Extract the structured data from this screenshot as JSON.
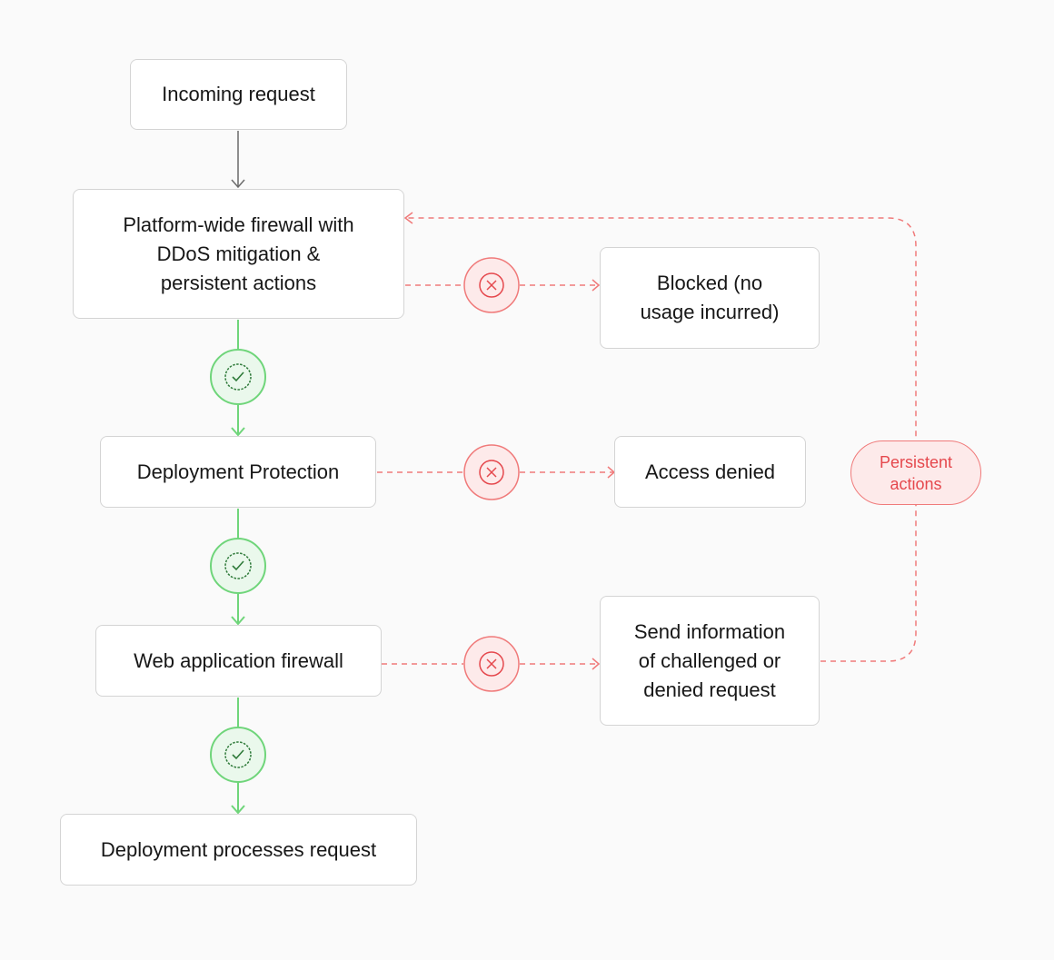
{
  "nodes": {
    "incoming": "Incoming request",
    "platform_firewall": "Platform-wide firewall with\nDDoS mitigation &\npersistent actions",
    "blocked": "Blocked (no\nusage incurred)",
    "deployment_protection": "Deployment Protection",
    "access_denied": "Access denied",
    "waf": "Web application firewall",
    "send_info": "Send information\nof challenged or\ndenied request",
    "deployment_processes": "Deployment processes request"
  },
  "feedback_label": "Persistent\nactions",
  "colors": {
    "background": "#fafafa",
    "box_border": "#d4d4d4",
    "text": "#171717",
    "pass_green": "#6fd57a",
    "pass_fill": "#eaf8ec",
    "pass_check": "#2f7a3a",
    "deny_red": "#f07a7a",
    "deny_fill": "#fdeaea",
    "deny_text": "#e5484d",
    "neutral_arrow": "#6b6b6b"
  },
  "icons": {
    "pass": "check-circle-icon",
    "deny": "x-circle-icon"
  }
}
